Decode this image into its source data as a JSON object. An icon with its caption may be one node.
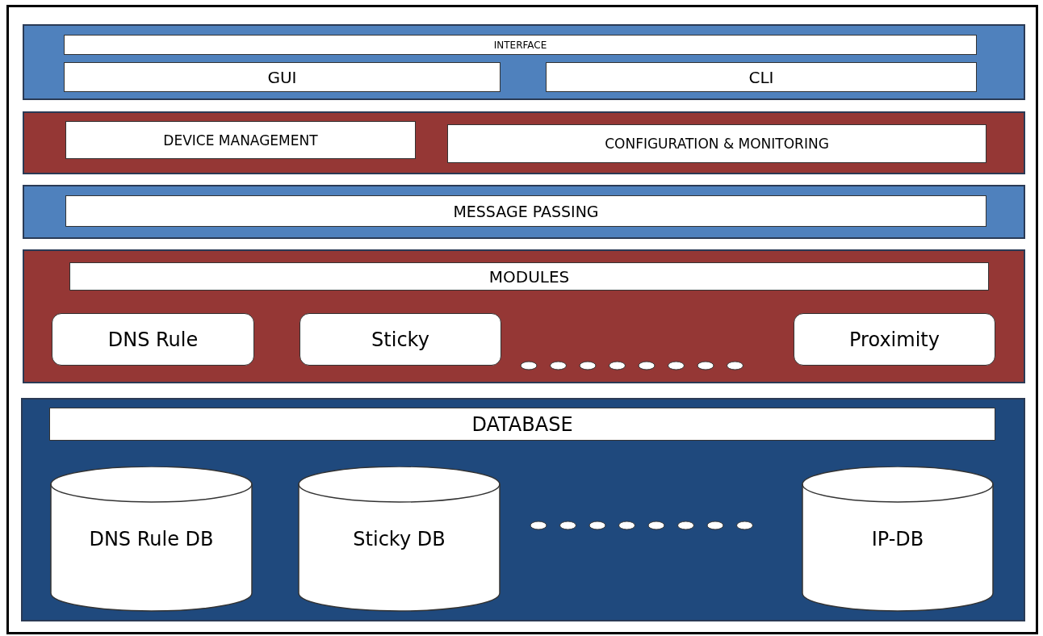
{
  "diagram": {
    "nodes": [
      {
        "text": [],
        "shape": "box"
      },
      {
        "text": [
          "INTERFACE"
        ],
        "in": 0
      },
      {
        "text": [
          "GUI"
        ],
        "in": 0
      },
      {
        "text": [
          "CLI"
        ],
        "in": 0
      },
      {
        "text": [],
        "shape": "box"
      },
      {
        "text": [
          "DEVICE MANAGEMENT"
        ],
        "in": 4
      },
      {
        "text": [
          "CONFIGURATION & MONITORING"
        ],
        "in": 4
      },
      {
        "text": [],
        "shape": "box"
      },
      {
        "text": [
          "MESSAGE PASSING"
        ],
        "in": 7
      },
      {
        "text": [],
        "shape": "box"
      },
      {
        "text": [
          "MODULES"
        ],
        "in": 9
      },
      {
        "text": [
          "DNS Rule"
        ],
        "in": 9
      },
      {
        "text": [
          "Sticky"
        ],
        "in": 9
      },
      {
        "text": [
          "Proximity"
        ],
        "in": 9
      },
      {
        "text": [],
        "shape": "box"
      },
      {
        "text": [
          "DATABASE"
        ],
        "in": 14
      },
      {
        "text": [
          "DNS Rule DB"
        ],
        "in": 14
      },
      {
        "text": [
          "Sticky DB"
        ],
        "in": 14
      },
      {
        "text": [
          "IP-DB"
        ],
        "in": 14
      }
    ],
    "edges": []
  }
}
